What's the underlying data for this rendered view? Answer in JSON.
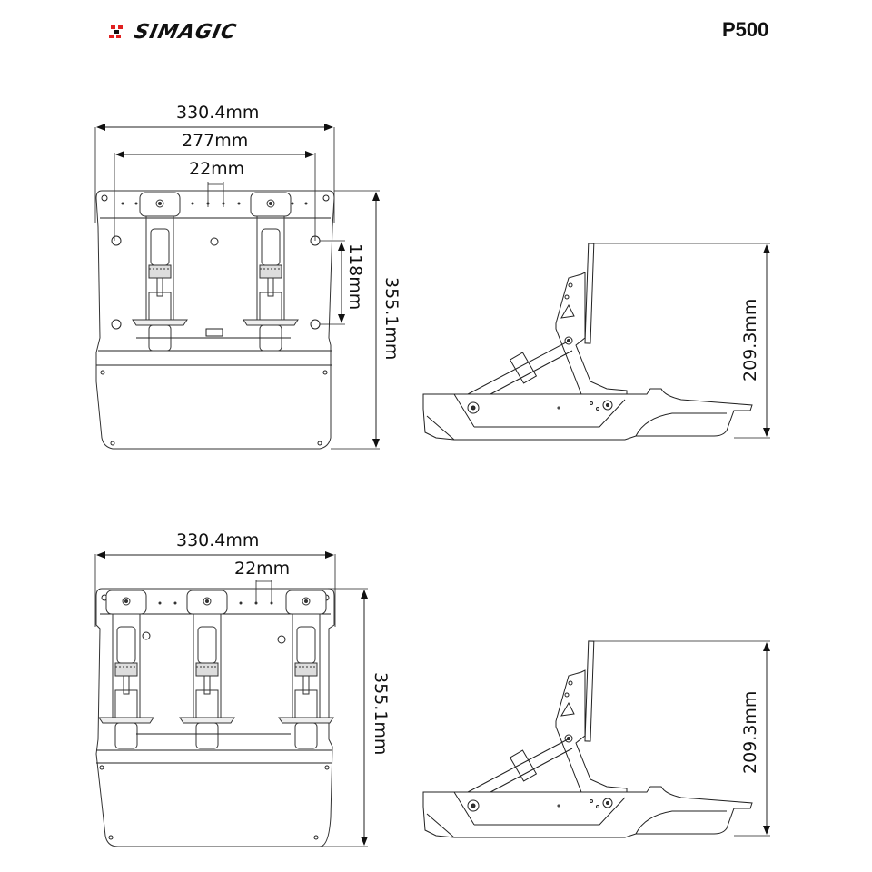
{
  "header": {
    "brand": "SIMAGIC",
    "model": "P500",
    "brand_accent_color": "#e02020"
  },
  "views": [
    {
      "name": "2-pedal top view",
      "dimensions": {
        "overall_width": "330.4mm",
        "pedal_spacing": "277mm",
        "hole_pitch": "22mm",
        "mount_hole_spacing": "118mm",
        "overall_depth": "355.1mm"
      }
    },
    {
      "name": "2-pedal side view",
      "dimensions": {
        "height": "209.3mm"
      }
    },
    {
      "name": "3-pedal top view",
      "dimensions": {
        "overall_width": "330.4mm",
        "hole_pitch": "22mm",
        "overall_depth": "355.1mm"
      }
    },
    {
      "name": "3-pedal side view",
      "dimensions": {
        "height": "209.3mm"
      }
    }
  ]
}
